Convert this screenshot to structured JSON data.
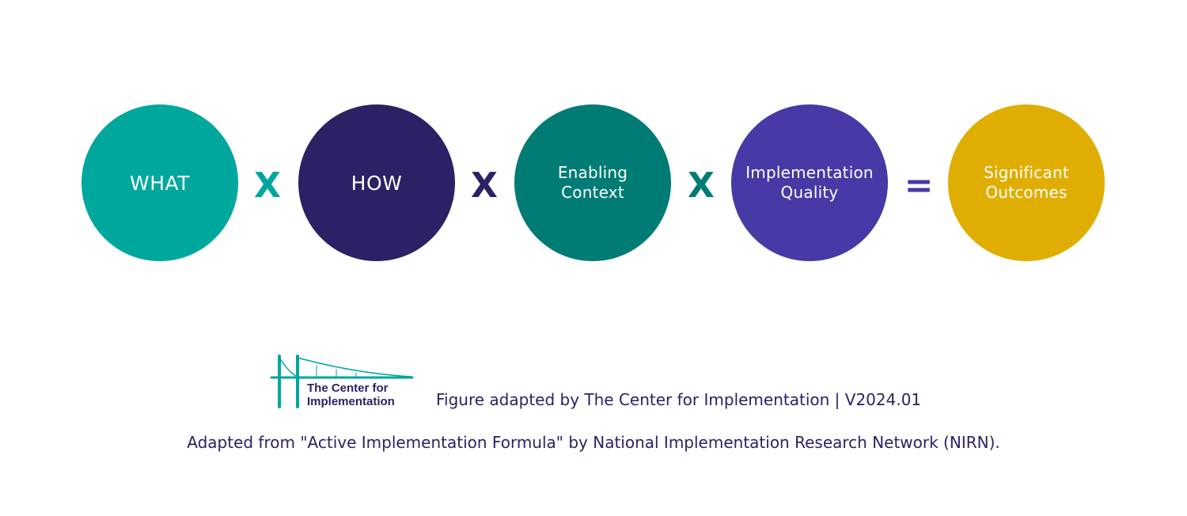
{
  "formula": {
    "terms": [
      {
        "lines": [
          "WHAT"
        ],
        "color": "#00a79d"
      },
      {
        "lines": [
          "HOW"
        ],
        "color": "#2a2265"
      },
      {
        "lines": [
          "Enabling",
          "Context"
        ],
        "color": "#007c74"
      },
      {
        "lines": [
          "Implementation",
          "Quality"
        ],
        "color": "#463aa6"
      },
      {
        "lines": [
          "Significant",
          "Outcomes"
        ],
        "color": "#e0ae03"
      }
    ],
    "operators": [
      "X",
      "X",
      "X",
      "="
    ]
  },
  "logo": {
    "icon": "bridge-logo-icon",
    "lines": [
      "The Center for",
      "Implementation"
    ]
  },
  "footer": {
    "credit": "Figure adapted by The Center for Implementation | V2024.01",
    "source": "Adapted from \"Active Implementation Formula\" by National Implementation Research Network (NIRN)."
  }
}
